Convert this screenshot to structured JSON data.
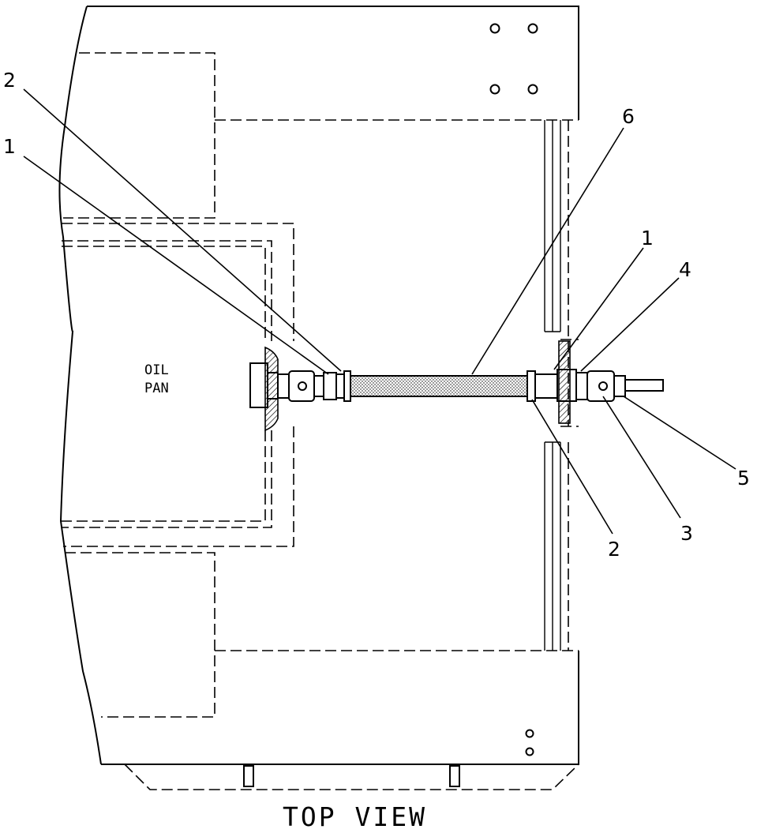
{
  "labels": {
    "oil_pan_line1": "OIL",
    "oil_pan_line2": "PAN",
    "view_caption": "TOP VIEW"
  },
  "callouts": [
    "2",
    "1",
    "6",
    "1",
    "4",
    "5",
    "3",
    "2"
  ]
}
